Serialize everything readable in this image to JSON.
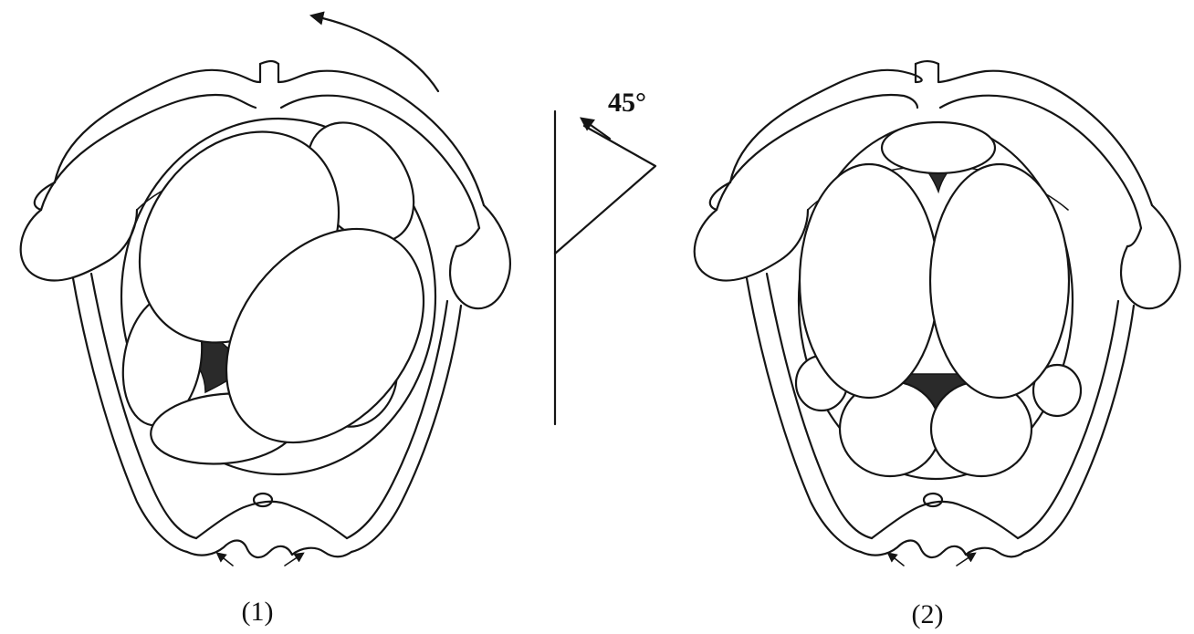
{
  "diagram": {
    "panels": [
      {
        "id": "panel-1",
        "caption": "(1)"
      },
      {
        "id": "panel-2",
        "caption": "(2)"
      }
    ],
    "angle_label": "45°",
    "colors": {
      "ink": "#151515",
      "shade": "#2a2a2a",
      "background": "#ffffff"
    }
  }
}
